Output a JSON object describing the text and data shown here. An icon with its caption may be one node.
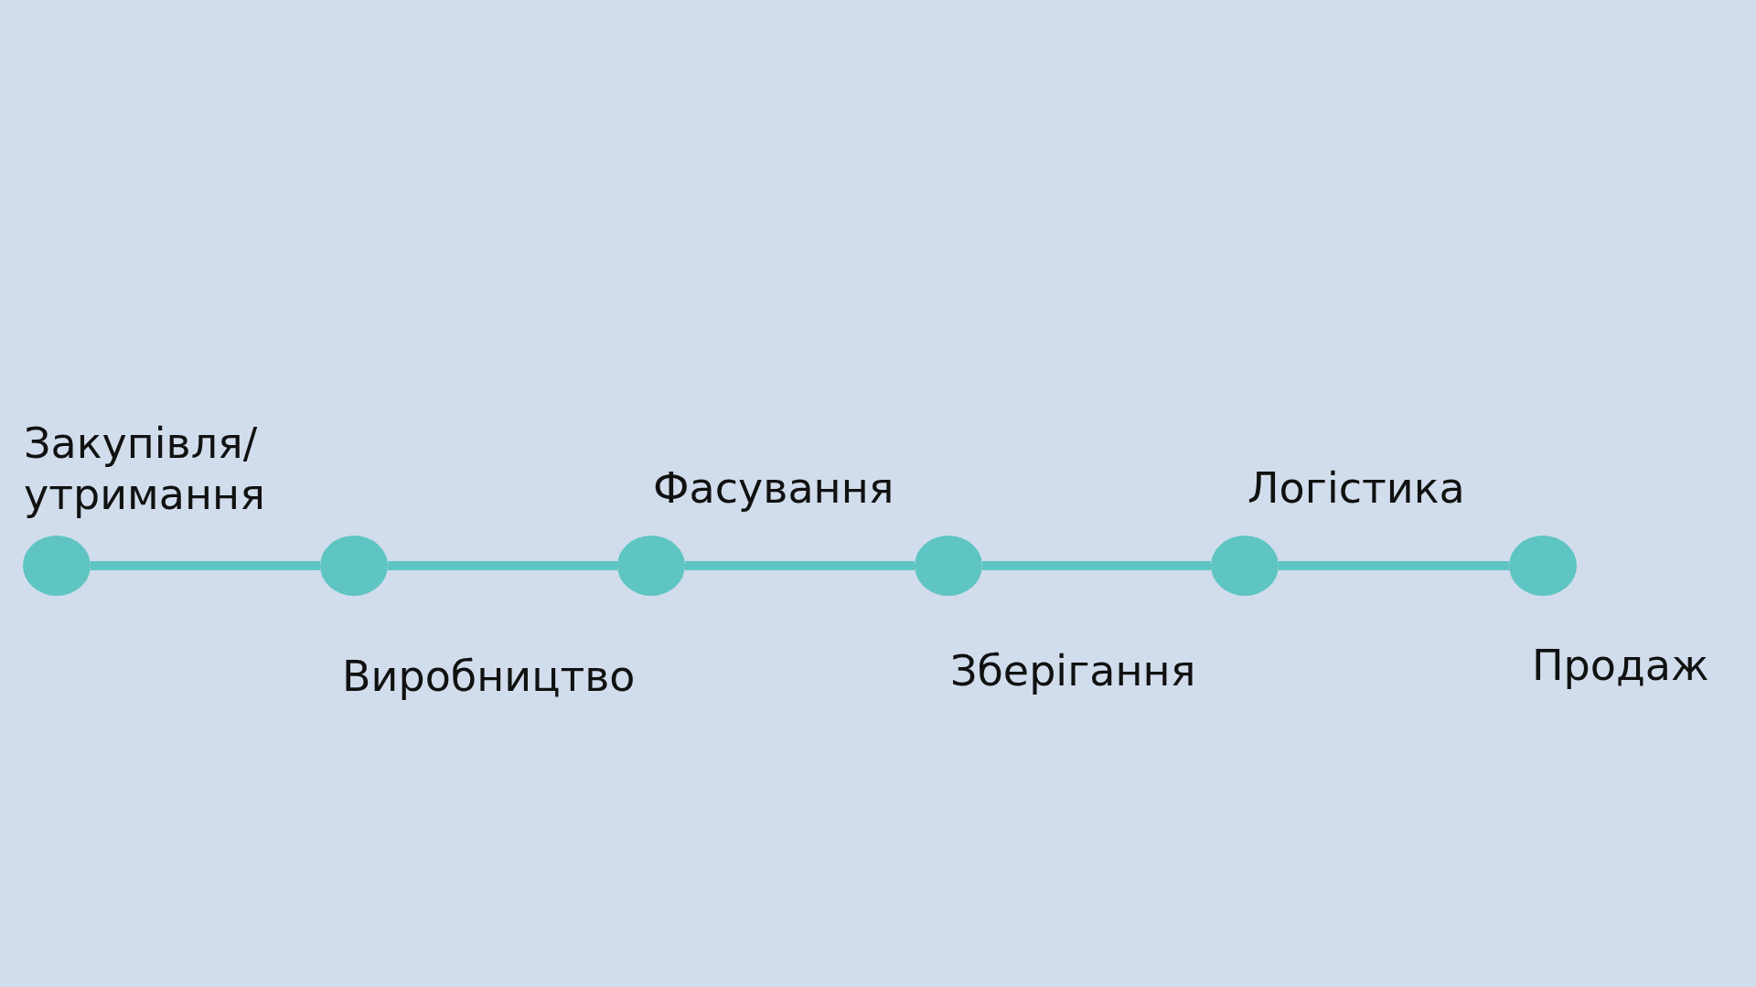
{
  "diagram": {
    "nodes": [
      {
        "text": [],
        "shape": "circle",
        "beside": [
          "Закупівля/ утримання"
        ]
      },
      {
        "text": [],
        "shape": "circle",
        "beside": [
          "Виробництво"
        ]
      },
      {
        "text": [],
        "shape": "circle",
        "beside": [
          "Фасування"
        ]
      },
      {
        "text": [],
        "shape": "circle",
        "beside": [
          "Зберігання"
        ]
      },
      {
        "text": [],
        "shape": "circle",
        "beside": [
          "Логістика"
        ]
      },
      {
        "text": [],
        "shape": "circle",
        "beside": [
          "Продаж"
        ]
      }
    ],
    "edges": [
      {
        "from": 0,
        "to": 1,
        "arrow": "none"
      },
      {
        "from": 1,
        "to": 2,
        "arrow": "none"
      },
      {
        "from": 2,
        "to": 3,
        "arrow": "none"
      },
      {
        "from": 3,
        "to": 4,
        "arrow": "none"
      },
      {
        "from": 4,
        "to": 5,
        "arrow": "none"
      }
    ]
  }
}
